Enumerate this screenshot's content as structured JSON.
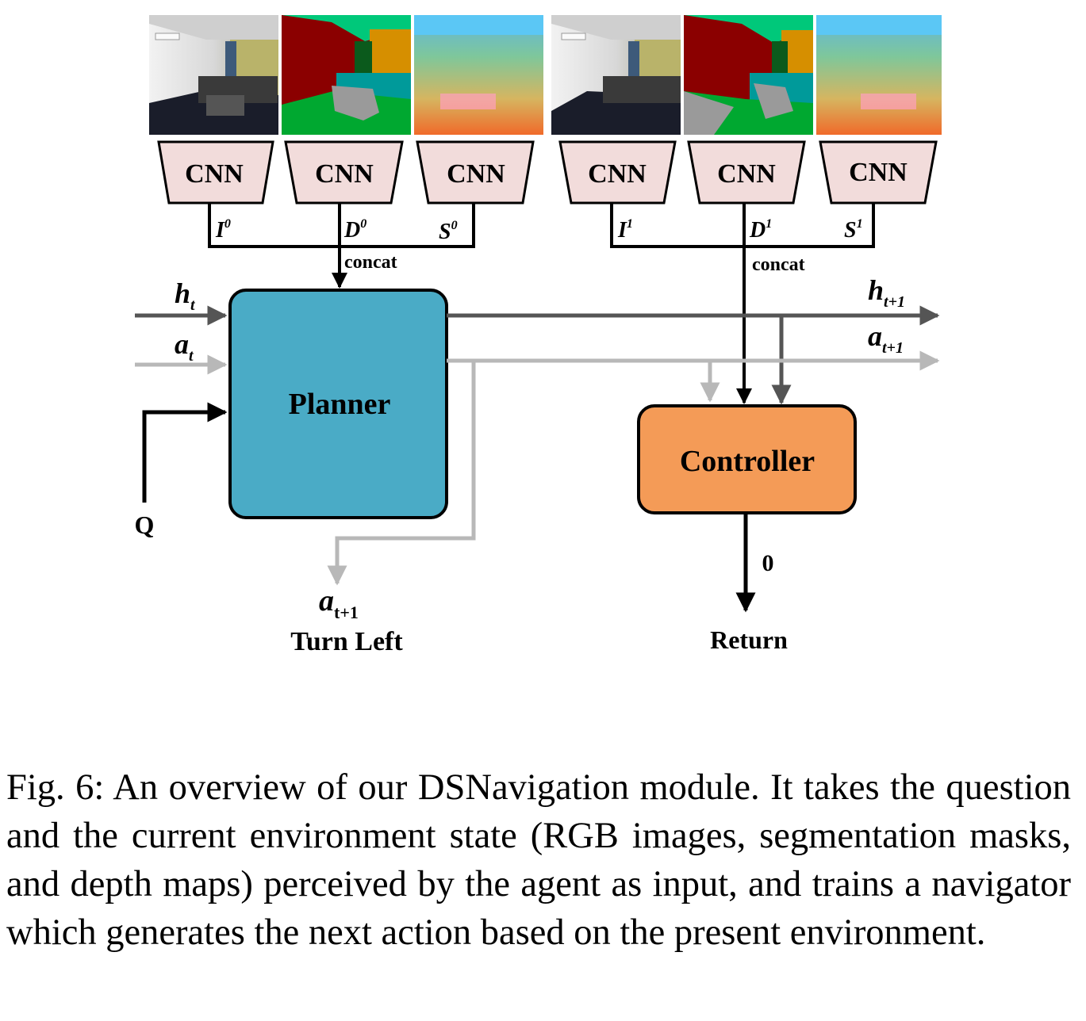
{
  "cnn_label": "CNN",
  "features_left": {
    "i": "I",
    "i_sup": "0",
    "d": "D",
    "d_sup": "0",
    "s": "S",
    "s_sup": "0",
    "concat": "concat"
  },
  "features_right": {
    "i": "I",
    "i_sup": "1",
    "d": "D",
    "d_sup": "1",
    "s": "S",
    "s_sup": "1",
    "concat": "concat"
  },
  "planner": {
    "label": "Planner",
    "color": "#4aabc6"
  },
  "controller": {
    "label": "Controller",
    "color": "#f49b57"
  },
  "inputs": {
    "h": "h",
    "h_sub": "t",
    "a": "a",
    "a_sub": "t",
    "q": "Q"
  },
  "outputs": {
    "h": "h",
    "h_sub": "t+1",
    "a": "a",
    "a_sub": "t+1"
  },
  "action_out": {
    "a": "a",
    "a_sub": "t+1",
    "label": "Turn Left"
  },
  "controller_out": {
    "value": "0",
    "label": "Return"
  },
  "cnn_color": "#f2dcdb",
  "caption": "Fig. 6: An overview of our DSNavigation module. It takes the question and the current environment state (RGB images, segmentation masks, and depth maps) perceived by the agent as input, and trains a navigator which generates the next action based on the present environment."
}
